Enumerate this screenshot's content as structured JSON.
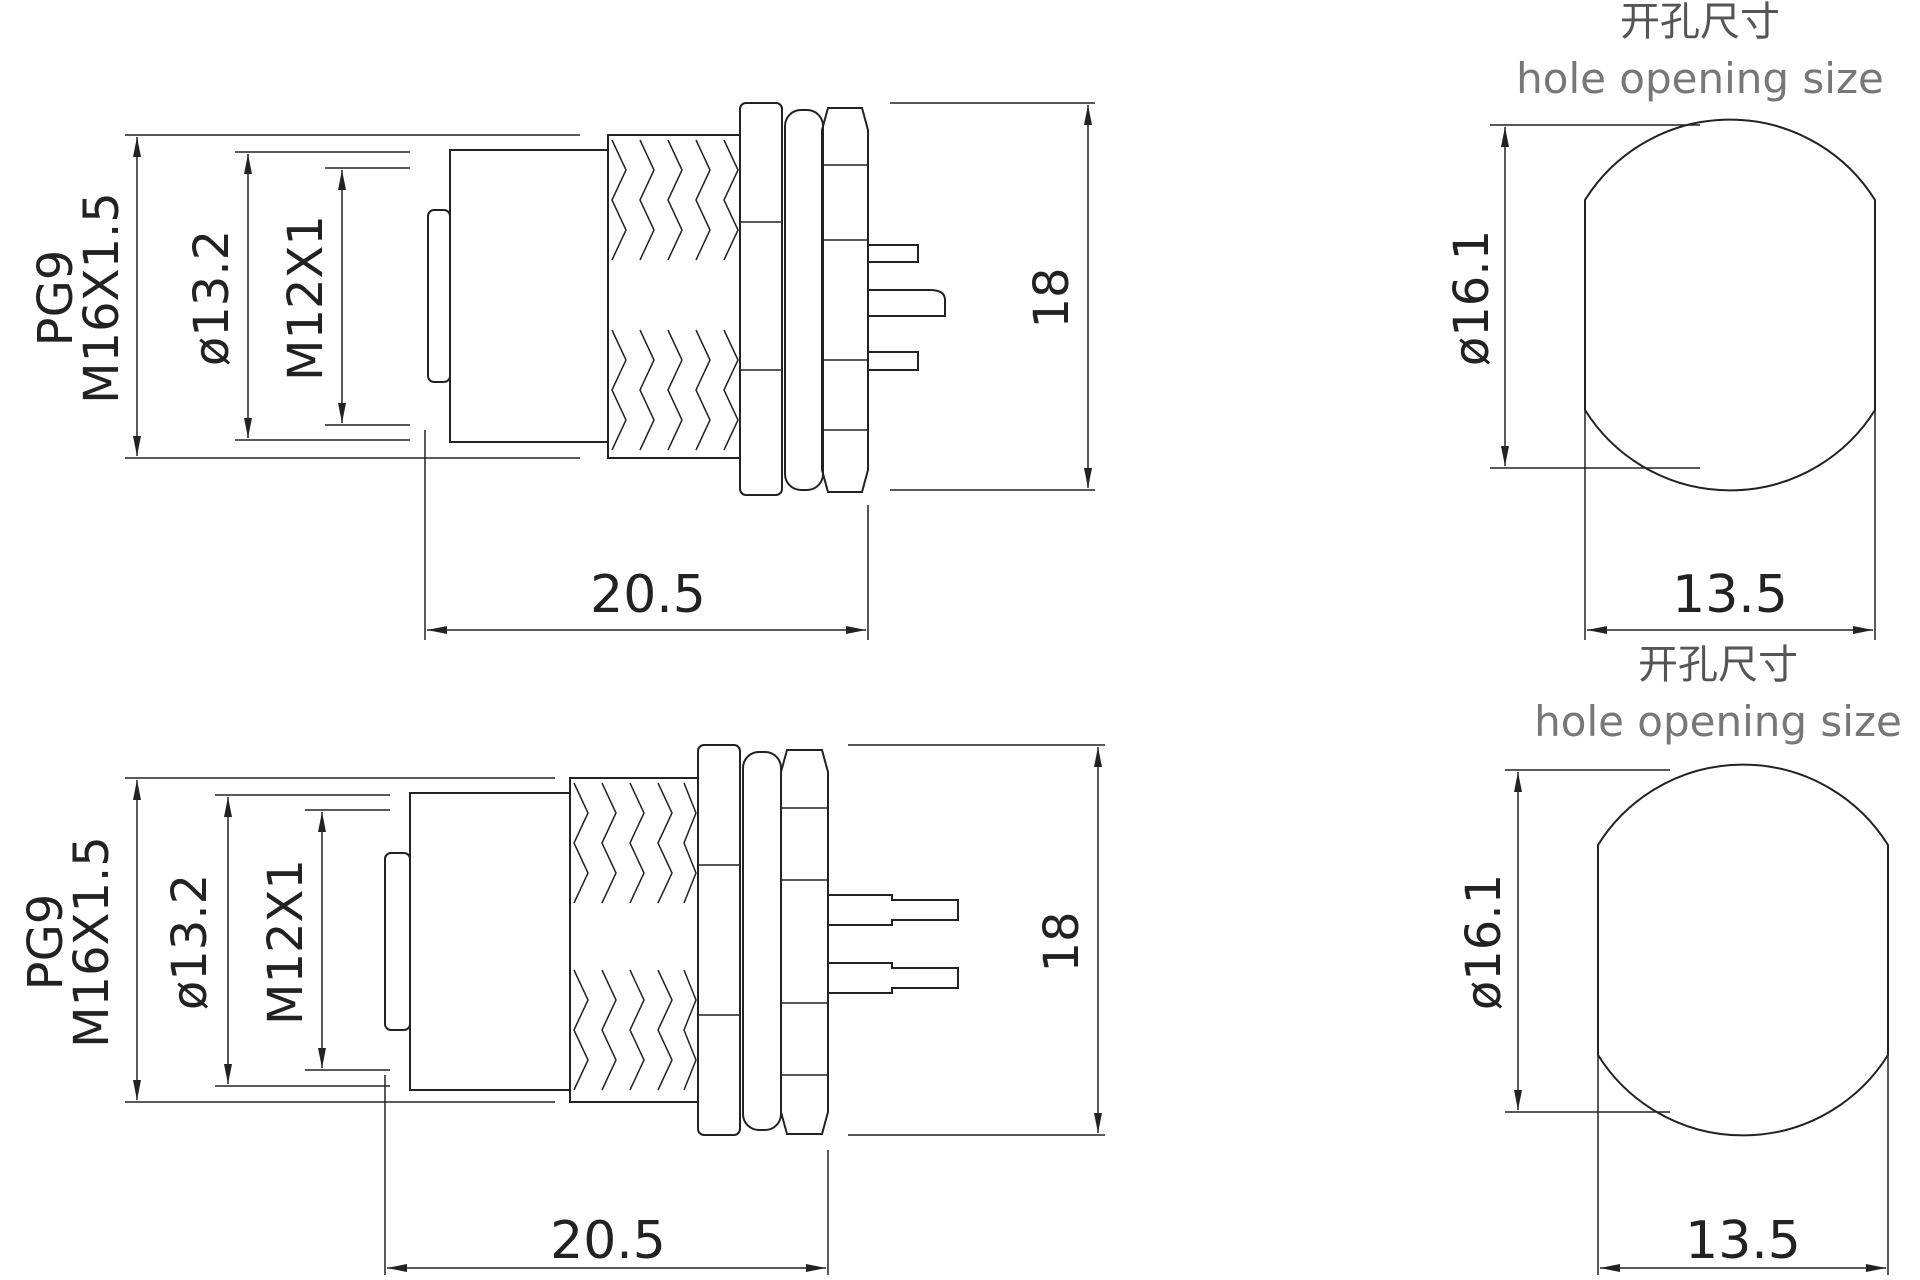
{
  "view1": {
    "thread_pg": "PG9",
    "thread_m": "M16X1.5",
    "dia_body": "ø13.2",
    "thread_inner": "M12X1",
    "height": "18",
    "length": "20.5"
  },
  "view2": {
    "thread_pg": "PG9",
    "thread_m": "M16X1.5",
    "dia_body": "ø13.2",
    "thread_inner": "M12X1",
    "height": "18",
    "length": "20.5"
  },
  "hole1": {
    "title_cn": "开孔尺寸",
    "title_en": "hole opening size",
    "diameter": "ø16.1",
    "flat": "13.5"
  },
  "hole2": {
    "title_cn": "开孔尺寸",
    "title_en": "hole opening size",
    "diameter": "ø16.1",
    "flat": "13.5"
  }
}
